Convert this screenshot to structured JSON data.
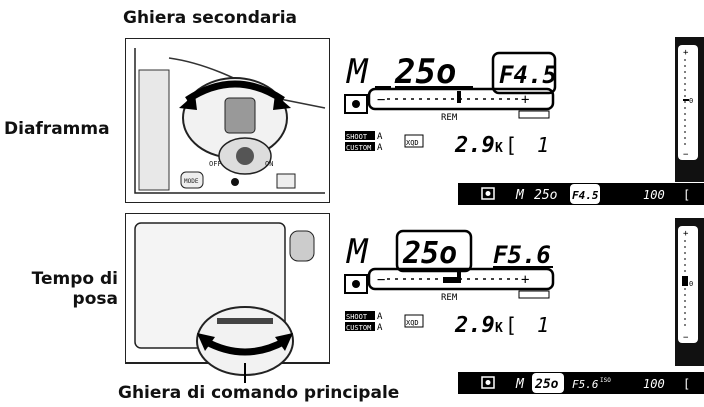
{
  "labels": {
    "top_dial": "Ghiera secondaria",
    "row1": "Diaframma",
    "row2_line1": "Tempo di",
    "row2_line2": "posa",
    "bottom_dial": "Ghiera di comando principale"
  },
  "lcd1": {
    "mode": "M",
    "shutter": "25o",
    "aperture": "F4.5",
    "rem": "REM",
    "card": "XQD",
    "shoot": "SHOOT",
    "custom": "CUSTOM",
    "a1": "A",
    "a2": "A",
    "capacity": "2.9",
    "k": "K",
    "bracket": "[",
    "frames": "1",
    "plus": "+",
    "minus": "−"
  },
  "lcd2": {
    "mode": "M",
    "shutter": "25o",
    "aperture": "F5.6",
    "rem": "REM",
    "card": "XQD",
    "shoot": "SHOOT",
    "custom": "CUSTOM",
    "a1": "A",
    "a2": "A",
    "capacity": "2.9",
    "k": "K",
    "bracket": "[",
    "frames": "1",
    "plus": "+",
    "minus": "−"
  },
  "vf1": {
    "mode": "M",
    "shutter": "25o",
    "aperture": "F4.5",
    "iso": "100",
    "bracket": "["
  },
  "vf2": {
    "mode": "M",
    "shutter": "25o",
    "aperture": "F5.6",
    "iso_label": "ISO",
    "iso": "100",
    "bracket": "["
  },
  "side_meter": {
    "plus": "+",
    "zero": "0",
    "minus": "−"
  }
}
